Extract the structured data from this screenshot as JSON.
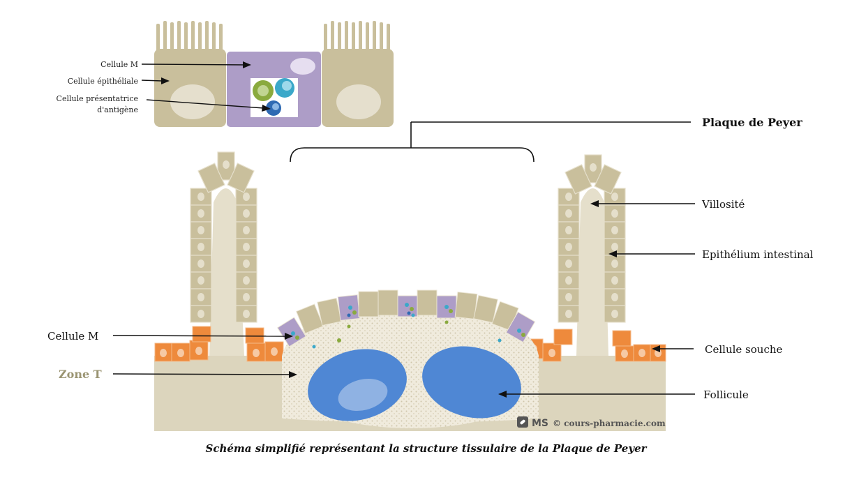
{
  "inset_labels": {
    "m_cell": "Cellule M",
    "epithelial_cell": "Cellule épithéliale",
    "apc_line1": "Cellule présentatrice",
    "apc_line2": "d'antigène"
  },
  "labels": {
    "peyer_patch": "Plaque de Peyer",
    "villus": "Villosité",
    "intestinal_epithelium": "Epithélium intestinal",
    "stem_cell": "Cellule souche",
    "follicle": "Follicule",
    "m_cell": "Cellule M",
    "t_zone": "Zone T"
  },
  "watermark": {
    "logo": "MS",
    "text": "© cours-pharmacie.com"
  },
  "caption": "Schéma simplifié représentant la structure tissulaire de la Plaque de Peyer",
  "colors": {
    "tissue": "#dcd5bd",
    "epithelium": "#c9bf9c",
    "m_cell": "#ad9dc7",
    "stem_cell": "#ee8a3c",
    "follicle": "#4f87d4",
    "dome": "#f0ebdd"
  }
}
